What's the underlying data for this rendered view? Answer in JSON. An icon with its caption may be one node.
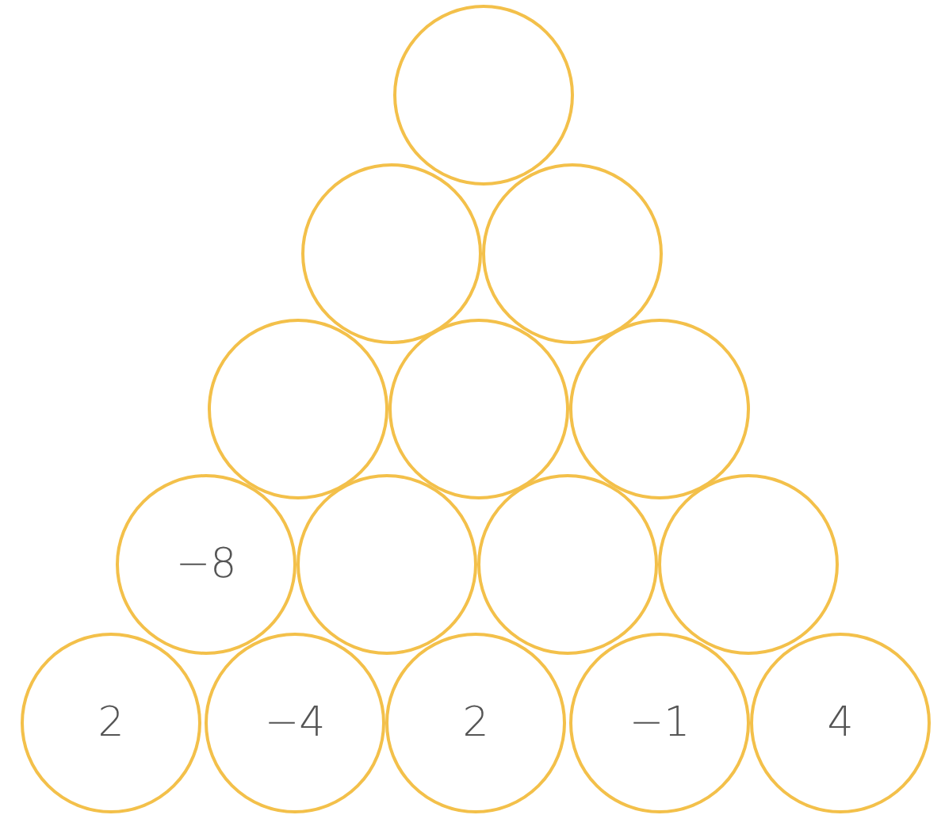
{
  "diagram": {
    "nodes": [
      {
        "text": [],
        "shape": "circle"
      },
      {
        "text": [],
        "shape": "circle"
      },
      {
        "text": [],
        "shape": "circle"
      },
      {
        "text": [],
        "shape": "circle"
      },
      {
        "text": [],
        "shape": "circle"
      },
      {
        "text": [],
        "shape": "circle"
      },
      {
        "text": [
          "−8"
        ]
      },
      {
        "text": [],
        "shape": "circle"
      },
      {
        "text": [],
        "shape": "circle"
      },
      {
        "text": [],
        "shape": "circle"
      },
      {
        "text": [
          "2"
        ]
      },
      {
        "text": [
          "−4"
        ]
      },
      {
        "text": [
          "2"
        ]
      },
      {
        "text": [
          "−1"
        ]
      },
      {
        "text": [
          "4"
        ]
      }
    ]
  }
}
